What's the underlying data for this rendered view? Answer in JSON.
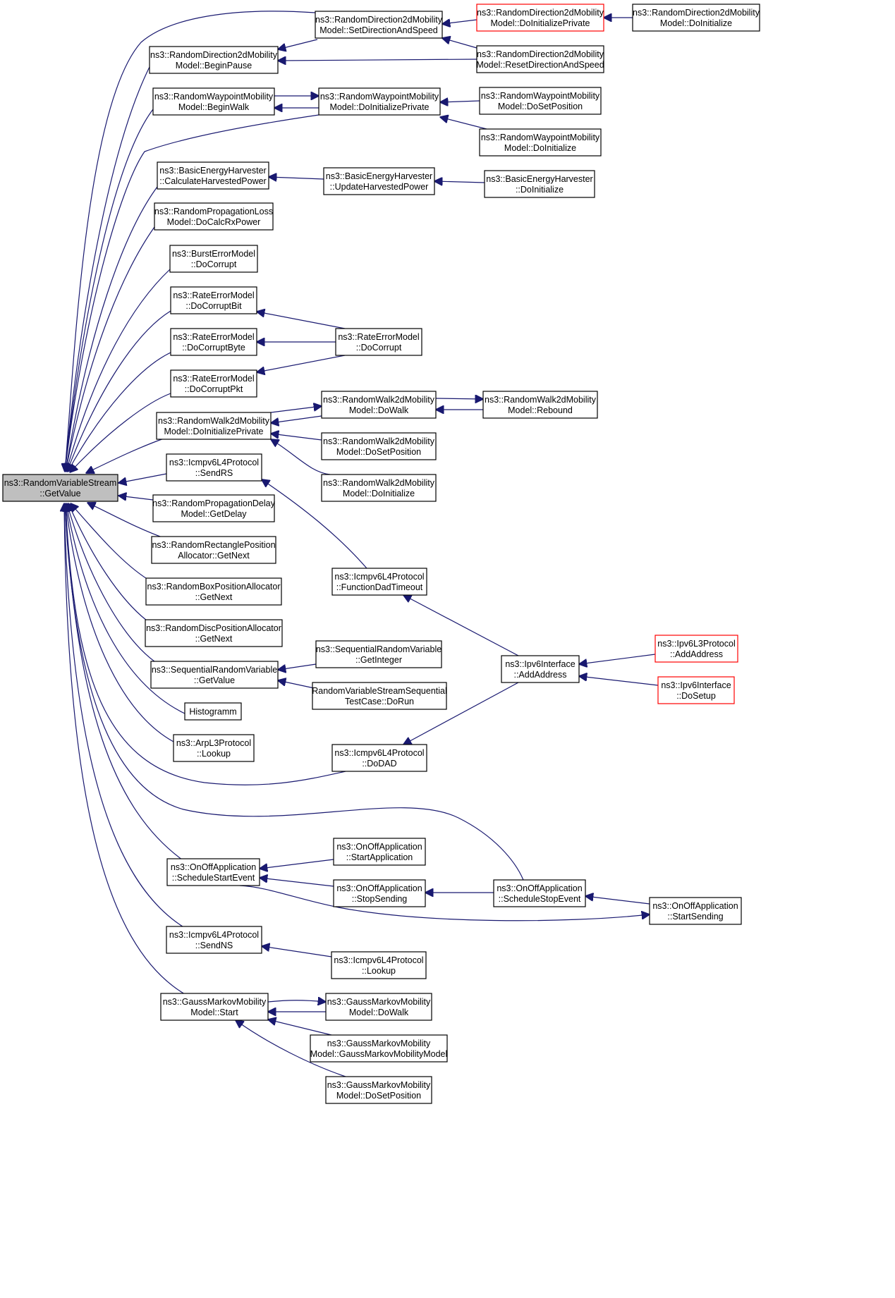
{
  "graph": {
    "title": "",
    "colors": {
      "edge": "#191970",
      "box_border": "#000000",
      "truncated_border": "#ff0000",
      "root_fill": "#bfbfbf"
    },
    "nodes": [
      {
        "id": "root",
        "lines": [
          "ns3::RandomVariableStream",
          "::GetValue"
        ],
        "state": "root"
      },
      {
        "id": "rd_sdas",
        "lines": [
          "ns3::RandomDirection2dMobility",
          "Model::SetDirectionAndSpeed"
        ],
        "state": "normal"
      },
      {
        "id": "rd_dip",
        "lines": [
          "ns3::RandomDirection2dMobility",
          "Model::DoInitializePrivate"
        ],
        "state": "truncated"
      },
      {
        "id": "rd_di",
        "lines": [
          "ns3::RandomDirection2dMobility",
          "Model::DoInitialize"
        ],
        "state": "normal"
      },
      {
        "id": "rd_bp",
        "lines": [
          "ns3::RandomDirection2dMobility",
          "Model::BeginPause"
        ],
        "state": "normal"
      },
      {
        "id": "rd_rdas",
        "lines": [
          "ns3::RandomDirection2dMobility",
          "Model::ResetDirectionAndSpeed"
        ],
        "state": "normal"
      },
      {
        "id": "rw_bw",
        "lines": [
          "ns3::RandomWaypointMobility",
          "Model::BeginWalk"
        ],
        "state": "normal"
      },
      {
        "id": "rw_dip",
        "lines": [
          "ns3::RandomWaypointMobility",
          "Model::DoInitializePrivate"
        ],
        "state": "normal"
      },
      {
        "id": "rw_dsp",
        "lines": [
          "ns3::RandomWaypointMobility",
          "Model::DoSetPosition"
        ],
        "state": "normal"
      },
      {
        "id": "rw_di",
        "lines": [
          "ns3::RandomWaypointMobility",
          "Model::DoInitialize"
        ],
        "state": "normal"
      },
      {
        "id": "beh_chp",
        "lines": [
          "ns3::BasicEnergyHarvester",
          "::CalculateHarvestedPower"
        ],
        "state": "normal"
      },
      {
        "id": "beh_uhp",
        "lines": [
          "ns3::BasicEnergyHarvester",
          "::UpdateHarvestedPower"
        ],
        "state": "normal"
      },
      {
        "id": "beh_di",
        "lines": [
          "ns3::BasicEnergyHarvester",
          "::DoInitialize"
        ],
        "state": "normal"
      },
      {
        "id": "rpl",
        "lines": [
          "ns3::RandomPropagationLoss",
          "Model::DoCalcRxPower"
        ],
        "state": "normal"
      },
      {
        "id": "bem",
        "lines": [
          "ns3::BurstErrorModel",
          "::DoCorrupt"
        ],
        "state": "normal"
      },
      {
        "id": "rem_bit",
        "lines": [
          "ns3::RateErrorModel",
          "::DoCorruptBit"
        ],
        "state": "normal"
      },
      {
        "id": "rem_byte",
        "lines": [
          "ns3::RateErrorModel",
          "::DoCorruptByte"
        ],
        "state": "normal"
      },
      {
        "id": "rem_pkt",
        "lines": [
          "ns3::RateErrorModel",
          "::DoCorruptPkt"
        ],
        "state": "normal"
      },
      {
        "id": "rem_dc",
        "lines": [
          "ns3::RateErrorModel",
          "::DoCorrupt"
        ],
        "state": "normal"
      },
      {
        "id": "rw2_dip",
        "lines": [
          "ns3::RandomWalk2dMobility",
          "Model::DoInitializePrivate"
        ],
        "state": "normal"
      },
      {
        "id": "rw2_dw",
        "lines": [
          "ns3::RandomWalk2dMobility",
          "Model::DoWalk"
        ],
        "state": "normal"
      },
      {
        "id": "rw2_rb",
        "lines": [
          "ns3::RandomWalk2dMobility",
          "Model::Rebound"
        ],
        "state": "normal"
      },
      {
        "id": "rw2_dsp",
        "lines": [
          "ns3::RandomWalk2dMobility",
          "Model::DoSetPosition"
        ],
        "state": "normal"
      },
      {
        "id": "rw2_di",
        "lines": [
          "ns3::RandomWalk2dMobility",
          "Model::DoInitialize"
        ],
        "state": "normal"
      },
      {
        "id": "icmp_rs",
        "lines": [
          "ns3::Icmpv6L4Protocol",
          "::SendRS"
        ],
        "state": "normal"
      },
      {
        "id": "rpd",
        "lines": [
          "ns3::RandomPropagationDelay",
          "Model::GetDelay"
        ],
        "state": "normal"
      },
      {
        "id": "rrpa",
        "lines": [
          "ns3::RandomRectanglePosition",
          "Allocator::GetNext"
        ],
        "state": "normal"
      },
      {
        "id": "rbpa",
        "lines": [
          "ns3::RandomBoxPositionAllocator",
          "::GetNext"
        ],
        "state": "normal"
      },
      {
        "id": "rdpa",
        "lines": [
          "ns3::RandomDiscPositionAllocator",
          "::GetNext"
        ],
        "state": "normal"
      },
      {
        "id": "icmp_fdt",
        "lines": [
          "ns3::Icmpv6L4Protocol",
          "::FunctionDadTimeout"
        ],
        "state": "normal"
      },
      {
        "id": "srv_gv",
        "lines": [
          "ns3::SequentialRandomVariable",
          "::GetValue"
        ],
        "state": "normal"
      },
      {
        "id": "srv_gi",
        "lines": [
          "ns3::SequentialRandomVariable",
          "::GetInteger"
        ],
        "state": "normal"
      },
      {
        "id": "rvs_test",
        "lines": [
          "RandomVariableStreamSequential",
          "TestCase::DoRun"
        ],
        "state": "normal"
      },
      {
        "id": "ipv6_aa",
        "lines": [
          "ns3::Ipv6Interface",
          "::AddAddress"
        ],
        "state": "normal"
      },
      {
        "id": "ipv6l3_aa",
        "lines": [
          "ns3::Ipv6L3Protocol",
          "::AddAddress"
        ],
        "state": "truncated"
      },
      {
        "id": "ipv6_ds",
        "lines": [
          "ns3::Ipv6Interface",
          "::DoSetup"
        ],
        "state": "truncated"
      },
      {
        "id": "histo",
        "lines": [
          "Histogramm"
        ],
        "state": "normal"
      },
      {
        "id": "arp",
        "lines": [
          "ns3::ArpL3Protocol",
          "::Lookup"
        ],
        "state": "normal"
      },
      {
        "id": "icmp_dad",
        "lines": [
          "ns3::Icmpv6L4Protocol",
          "::DoDAD"
        ],
        "state": "normal"
      },
      {
        "id": "onoff_sse",
        "lines": [
          "ns3::OnOffApplication",
          "::ScheduleStartEvent"
        ],
        "state": "normal"
      },
      {
        "id": "onoff_sa",
        "lines": [
          "ns3::OnOffApplication",
          "::StartApplication"
        ],
        "state": "normal"
      },
      {
        "id": "onoff_ss",
        "lines": [
          "ns3::OnOffApplication",
          "::StopSending"
        ],
        "state": "normal"
      },
      {
        "id": "onoff_sste",
        "lines": [
          "ns3::OnOffApplication",
          "::ScheduleStopEvent"
        ],
        "state": "normal"
      },
      {
        "id": "onoff_sts",
        "lines": [
          "ns3::OnOffApplication",
          "::StartSending"
        ],
        "state": "normal"
      },
      {
        "id": "icmp_ns",
        "lines": [
          "ns3::Icmpv6L4Protocol",
          "::SendNS"
        ],
        "state": "normal"
      },
      {
        "id": "icmp_lk",
        "lines": [
          "ns3::Icmpv6L4Protocol",
          "::Lookup"
        ],
        "state": "normal"
      },
      {
        "id": "gm_st",
        "lines": [
          "ns3::GaussMarkovMobility",
          "Model::Start"
        ],
        "state": "normal"
      },
      {
        "id": "gm_dw",
        "lines": [
          "ns3::GaussMarkovMobility",
          "Model::DoWalk"
        ],
        "state": "normal"
      },
      {
        "id": "gm_gmm",
        "lines": [
          "ns3::GaussMarkovMobility",
          "Model::GaussMarkovMobilityModel"
        ],
        "state": "normal"
      },
      {
        "id": "gm_dsp",
        "lines": [
          "ns3::GaussMarkovMobility",
          "Model::DoSetPosition"
        ],
        "state": "normal"
      }
    ],
    "edges": [
      {
        "from": "rd_sdas",
        "to": "root"
      },
      {
        "from": "rd_bp",
        "to": "root"
      },
      {
        "from": "rw_bw",
        "to": "root"
      },
      {
        "from": "rw_dip",
        "to": "root"
      },
      {
        "from": "beh_chp",
        "to": "root"
      },
      {
        "from": "rpl",
        "to": "root"
      },
      {
        "from": "bem",
        "to": "root"
      },
      {
        "from": "rem_bit",
        "to": "root"
      },
      {
        "from": "rem_byte",
        "to": "root"
      },
      {
        "from": "rem_pkt",
        "to": "root"
      },
      {
        "from": "rw2_dip",
        "to": "root"
      },
      {
        "from": "icmp_rs",
        "to": "root"
      },
      {
        "from": "rpd",
        "to": "root"
      },
      {
        "from": "rrpa",
        "to": "root"
      },
      {
        "from": "rbpa",
        "to": "root"
      },
      {
        "from": "rdpa",
        "to": "root"
      },
      {
        "from": "srv_gv",
        "to": "root"
      },
      {
        "from": "histo",
        "to": "root"
      },
      {
        "from": "arp",
        "to": "root"
      },
      {
        "from": "icmp_dad",
        "to": "root"
      },
      {
        "from": "onoff_sste",
        "to": "root"
      },
      {
        "from": "onoff_sse",
        "to": "root"
      },
      {
        "from": "icmp_ns",
        "to": "root"
      },
      {
        "from": "gm_st",
        "to": "root"
      },
      {
        "from": "rd_dip",
        "to": "rd_sdas"
      },
      {
        "from": "rd_bp",
        "to": "rd_sdas"
      },
      {
        "from": "rd_rdas",
        "to": "rd_sdas"
      },
      {
        "from": "rd_di",
        "to": "rd_dip"
      },
      {
        "from": "rd_bp",
        "to": "rd_rdas"
      },
      {
        "from": "rw_bw",
        "to": "rw_dip"
      },
      {
        "from": "rw_dip",
        "to": "rw_bw"
      },
      {
        "from": "rw_dsp",
        "to": "rw_dip"
      },
      {
        "from": "rw_di",
        "to": "rw_dip"
      },
      {
        "from": "beh_uhp",
        "to": "beh_chp"
      },
      {
        "from": "beh_di",
        "to": "beh_uhp"
      },
      {
        "from": "rem_dc",
        "to": "rem_bit"
      },
      {
        "from": "rem_dc",
        "to": "rem_byte"
      },
      {
        "from": "rem_dc",
        "to": "rem_pkt"
      },
      {
        "from": "rw2_dip",
        "to": "rw2_dw"
      },
      {
        "from": "rw2_dw",
        "to": "rw2_dip"
      },
      {
        "from": "rw2_rb",
        "to": "rw2_dw"
      },
      {
        "from": "rw2_dw",
        "to": "rw2_rb"
      },
      {
        "from": "rw2_dsp",
        "to": "rw2_dip"
      },
      {
        "from": "rw2_di",
        "to": "rw2_dip"
      },
      {
        "from": "icmp_fdt",
        "to": "icmp_rs"
      },
      {
        "from": "ipv6_aa",
        "to": "icmp_fdt"
      },
      {
        "from": "ipv6_aa",
        "to": "icmp_dad"
      },
      {
        "from": "ipv6l3_aa",
        "to": "ipv6_aa"
      },
      {
        "from": "ipv6_ds",
        "to": "ipv6_aa"
      },
      {
        "from": "srv_gi",
        "to": "srv_gv"
      },
      {
        "from": "rvs_test",
        "to": "srv_gv"
      },
      {
        "from": "onoff_sa",
        "to": "onoff_sse"
      },
      {
        "from": "onoff_ss",
        "to": "onoff_sse"
      },
      {
        "from": "onoff_sse",
        "to": "onoff_sts"
      },
      {
        "from": "onoff_sste",
        "to": "onoff_ss"
      },
      {
        "from": "onoff_sts",
        "to": "onoff_sste"
      },
      {
        "from": "icmp_lk",
        "to": "icmp_ns"
      },
      {
        "from": "gm_st",
        "to": "gm_dw"
      },
      {
        "from": "gm_dw",
        "to": "gm_st"
      },
      {
        "from": "gm_gmm",
        "to": "gm_st"
      },
      {
        "from": "gm_dsp",
        "to": "gm_st"
      }
    ]
  }
}
